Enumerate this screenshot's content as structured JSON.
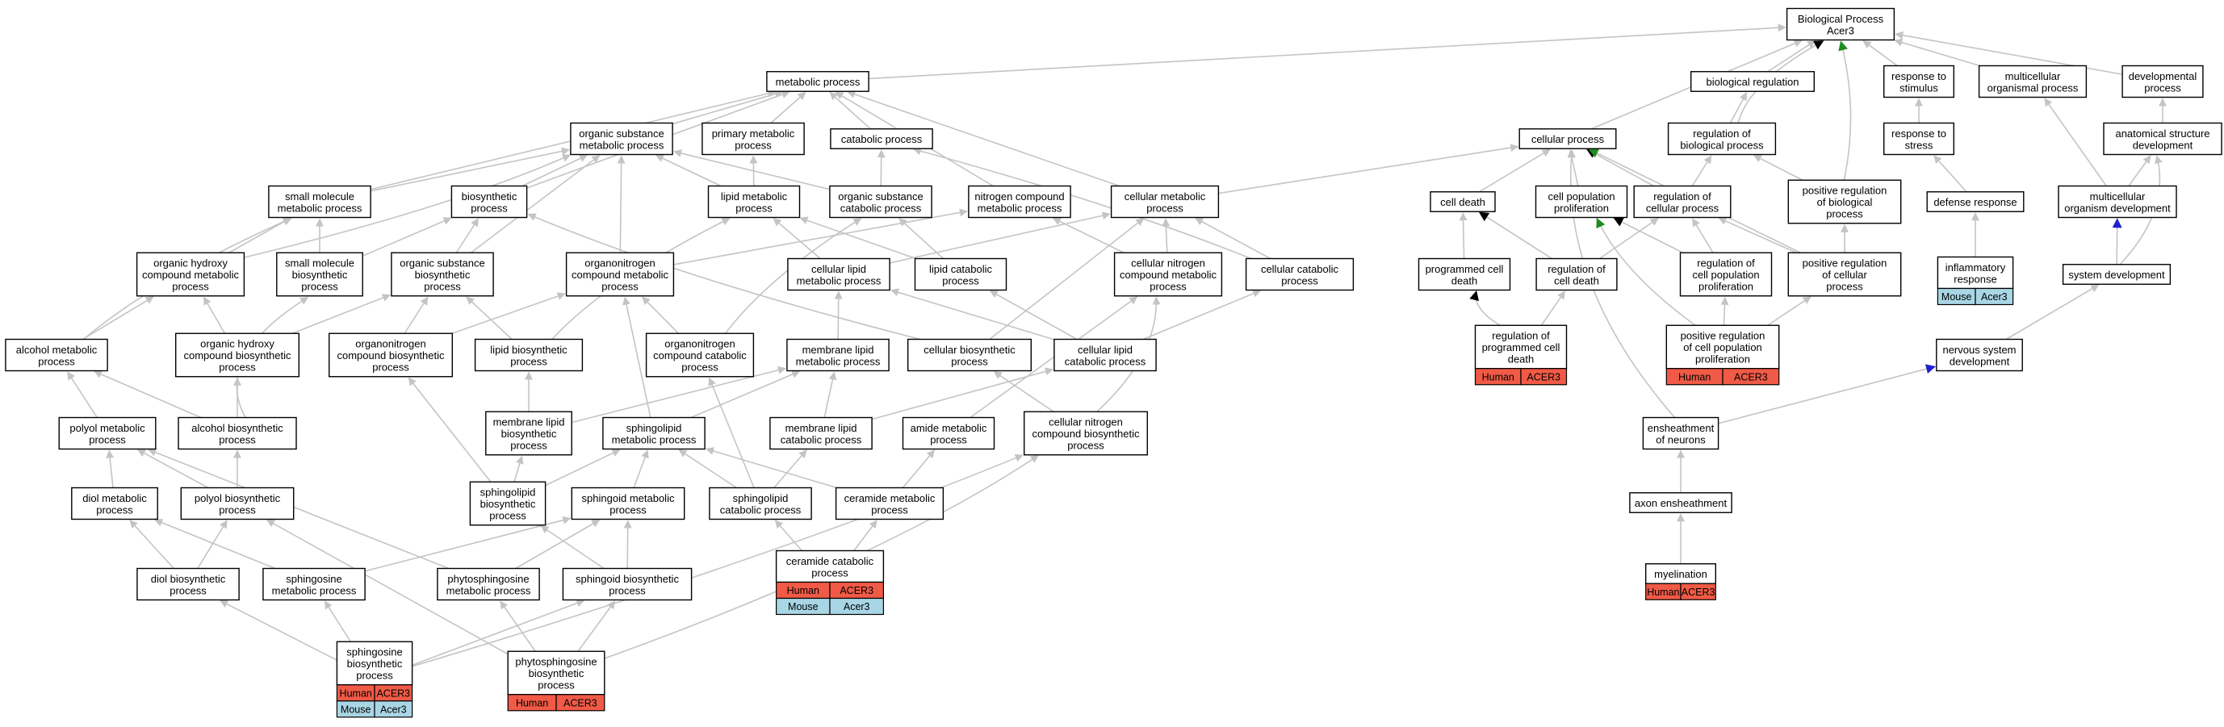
{
  "colors": {
    "human": "#f05a46",
    "mouse": "#a9d6e5",
    "edge_default": "#c4c4c4",
    "edge_black": "#000000",
    "edge_green": "#1e8c1e",
    "edge_blue": "#1f1fd2"
  },
  "nodes": [
    {
      "id": "bp",
      "lines": [
        "Biological Process",
        "Acer3"
      ]
    },
    {
      "id": "metabolic",
      "lines": [
        "metabolic process"
      ]
    },
    {
      "id": "organic_substance_metabolic",
      "lines": [
        "organic substance",
        "metabolic process"
      ]
    },
    {
      "id": "primary_metabolic",
      "lines": [
        "primary metabolic",
        "process"
      ]
    },
    {
      "id": "catabolic",
      "lines": [
        "catabolic process"
      ]
    },
    {
      "id": "small_molecule_metabolic",
      "lines": [
        "small molecule",
        "metabolic process"
      ]
    },
    {
      "id": "biosynthetic",
      "lines": [
        "biosynthetic",
        "process"
      ]
    },
    {
      "id": "lipid_metabolic",
      "lines": [
        "lipid metabolic",
        "process"
      ]
    },
    {
      "id": "organic_substance_catabolic",
      "lines": [
        "organic substance",
        "catabolic process"
      ]
    },
    {
      "id": "nitrogen_compound_metabolic",
      "lines": [
        "nitrogen compound",
        "metabolic process"
      ]
    },
    {
      "id": "cellular_metabolic",
      "lines": [
        "cellular metabolic",
        "process"
      ]
    },
    {
      "id": "organic_hydroxy_metabolic",
      "lines": [
        "organic hydroxy",
        "compound metabolic",
        "process"
      ]
    },
    {
      "id": "small_molecule_biosynthetic",
      "lines": [
        "small molecule",
        "biosynthetic",
        "process"
      ]
    },
    {
      "id": "organic_substance_biosynthetic",
      "lines": [
        "organic substance",
        "biosynthetic",
        "process"
      ]
    },
    {
      "id": "organonitrogen_metabolic",
      "lines": [
        "organonitrogen",
        "compound metabolic",
        "process"
      ]
    },
    {
      "id": "cellular_lipid_metabolic",
      "lines": [
        "cellular lipid",
        "metabolic process"
      ]
    },
    {
      "id": "lipid_catabolic",
      "lines": [
        "lipid catabolic",
        "process"
      ]
    },
    {
      "id": "cellular_nitrogen_metabolic",
      "lines": [
        "cellular nitrogen",
        "compound metabolic",
        "process"
      ]
    },
    {
      "id": "cellular_catabolic",
      "lines": [
        "cellular catabolic",
        "process"
      ]
    },
    {
      "id": "alcohol_metabolic",
      "lines": [
        "alcohol metabolic",
        "process"
      ]
    },
    {
      "id": "organic_hydroxy_biosynthetic",
      "lines": [
        "organic hydroxy",
        "compound biosynthetic",
        "process"
      ]
    },
    {
      "id": "organonitrogen_biosynthetic",
      "lines": [
        "organonitrogen",
        "compound biosynthetic",
        "process"
      ]
    },
    {
      "id": "lipid_biosynthetic",
      "lines": [
        "lipid biosynthetic",
        "process"
      ]
    },
    {
      "id": "organonitrogen_catabolic",
      "lines": [
        "organonitrogen",
        "compound catabolic",
        "process"
      ]
    },
    {
      "id": "membrane_lipid_metabolic",
      "lines": [
        "membrane lipid",
        "metabolic process"
      ]
    },
    {
      "id": "cellular_biosynthetic",
      "lines": [
        "cellular biosynthetic",
        "process"
      ]
    },
    {
      "id": "cellular_lipid_catabolic",
      "lines": [
        "cellular lipid",
        "catabolic process"
      ]
    },
    {
      "id": "polyol_metabolic",
      "lines": [
        "polyol metabolic",
        "process"
      ]
    },
    {
      "id": "alcohol_biosynthetic",
      "lines": [
        "alcohol biosynthetic",
        "process"
      ]
    },
    {
      "id": "membrane_lipid_biosynthetic",
      "lines": [
        "membrane lipid",
        "biosynthetic",
        "process"
      ]
    },
    {
      "id": "sphingolipid_metabolic",
      "lines": [
        "sphingolipid",
        "metabolic process"
      ]
    },
    {
      "id": "membrane_lipid_catabolic",
      "lines": [
        "membrane lipid",
        "catabolic process"
      ]
    },
    {
      "id": "amide_metabolic",
      "lines": [
        "amide metabolic",
        "process"
      ]
    },
    {
      "id": "cellular_nitrogen_biosynthetic",
      "lines": [
        "cellular nitrogen",
        "compound biosynthetic",
        "process"
      ]
    },
    {
      "id": "diol_metabolic",
      "lines": [
        "diol metabolic",
        "process"
      ]
    },
    {
      "id": "polyol_biosynthetic",
      "lines": [
        "polyol biosynthetic",
        "process"
      ]
    },
    {
      "id": "sphingolipid_biosynthetic",
      "lines": [
        "sphingolipid",
        "biosynthetic",
        "process"
      ]
    },
    {
      "id": "sphingoid_metabolic",
      "lines": [
        "sphingoid metabolic",
        "process"
      ]
    },
    {
      "id": "sphingolipid_catabolic",
      "lines": [
        "sphingolipid",
        "catabolic process"
      ]
    },
    {
      "id": "ceramide_metabolic",
      "lines": [
        "ceramide metabolic",
        "process"
      ]
    },
    {
      "id": "ceramide_catabolic",
      "lines": [
        "ceramide catabolic",
        "process"
      ],
      "annotations": [
        [
          "Human",
          "ACER3"
        ],
        [
          "Mouse",
          "Acer3"
        ]
      ]
    },
    {
      "id": "diol_biosynthetic",
      "lines": [
        "diol biosynthetic",
        "process"
      ]
    },
    {
      "id": "sphingosine_metabolic",
      "lines": [
        "sphingosine",
        "metabolic process"
      ]
    },
    {
      "id": "phytosphingosine_metabolic",
      "lines": [
        "phytosphingosine",
        "metabolic process"
      ]
    },
    {
      "id": "sphingoid_biosynthetic",
      "lines": [
        "sphingoid biosynthetic",
        "process"
      ]
    },
    {
      "id": "sphingosine_biosynthetic",
      "lines": [
        "sphingosine",
        "biosynthetic",
        "process"
      ],
      "annotations": [
        [
          "Human",
          "ACER3"
        ],
        [
          "Mouse",
          "Acer3"
        ]
      ]
    },
    {
      "id": "phytosphingosine_biosynthetic",
      "lines": [
        "phytosphingosine",
        "biosynthetic",
        "process"
      ],
      "annotations": [
        [
          "Human",
          "ACER3"
        ]
      ]
    },
    {
      "id": "biological_regulation",
      "lines": [
        "biological regulation"
      ]
    },
    {
      "id": "response_to_stimulus",
      "lines": [
        "response to",
        "stimulus"
      ]
    },
    {
      "id": "multicellular_organismal",
      "lines": [
        "multicellular",
        "organismal process"
      ]
    },
    {
      "id": "developmental",
      "lines": [
        "developmental",
        "process"
      ]
    },
    {
      "id": "cellular_process",
      "lines": [
        "cellular process"
      ]
    },
    {
      "id": "regulation_biological",
      "lines": [
        "regulation of",
        "biological process"
      ]
    },
    {
      "id": "response_to_stress",
      "lines": [
        "response to",
        "stress"
      ]
    },
    {
      "id": "anatomical_structure_dev",
      "lines": [
        "anatomical structure",
        "development"
      ]
    },
    {
      "id": "cell_death",
      "lines": [
        "cell death"
      ]
    },
    {
      "id": "cell_population_prolif",
      "lines": [
        "cell population",
        "proliferation"
      ]
    },
    {
      "id": "regulation_cellular",
      "lines": [
        "regulation of",
        "cellular process"
      ]
    },
    {
      "id": "pos_reg_biological",
      "lines": [
        "positive regulation",
        "of biological",
        "process"
      ]
    },
    {
      "id": "defense_response",
      "lines": [
        "defense response"
      ]
    },
    {
      "id": "multicellular_organism_dev",
      "lines": [
        "multicellular",
        "organism development"
      ]
    },
    {
      "id": "programmed_cell_death",
      "lines": [
        "programmed cell",
        "death"
      ]
    },
    {
      "id": "regulation_cell_death",
      "lines": [
        "regulation of",
        "cell death"
      ]
    },
    {
      "id": "reg_cell_pop_prolif",
      "lines": [
        "regulation of",
        "cell population",
        "proliferation"
      ]
    },
    {
      "id": "pos_reg_cellular",
      "lines": [
        "positive regulation",
        "of cellular",
        "process"
      ]
    },
    {
      "id": "inflammatory_response",
      "lines": [
        "inflammatory",
        "response"
      ],
      "annotations": [
        [
          "Mouse",
          "Acer3"
        ]
      ]
    },
    {
      "id": "system_development",
      "lines": [
        "system development"
      ]
    },
    {
      "id": "reg_programmed_cell_death",
      "lines": [
        "regulation of",
        "programmed cell",
        "death"
      ],
      "annotations": [
        [
          "Human",
          "ACER3"
        ]
      ]
    },
    {
      "id": "pos_reg_cell_pop_prolif",
      "lines": [
        "positive regulation",
        "of cell population",
        "proliferation"
      ],
      "annotations": [
        [
          "Human",
          "ACER3"
        ]
      ]
    },
    {
      "id": "nervous_system_dev",
      "lines": [
        "nervous system",
        "development"
      ]
    },
    {
      "id": "ensheathment_neurons",
      "lines": [
        "ensheathment",
        "of neurons"
      ]
    },
    {
      "id": "axon_ensheathment",
      "lines": [
        "axon ensheathment"
      ]
    },
    {
      "id": "myelination",
      "lines": [
        "myelination"
      ],
      "annotations": [
        [
          "Human",
          "ACER3"
        ]
      ]
    }
  ]
}
